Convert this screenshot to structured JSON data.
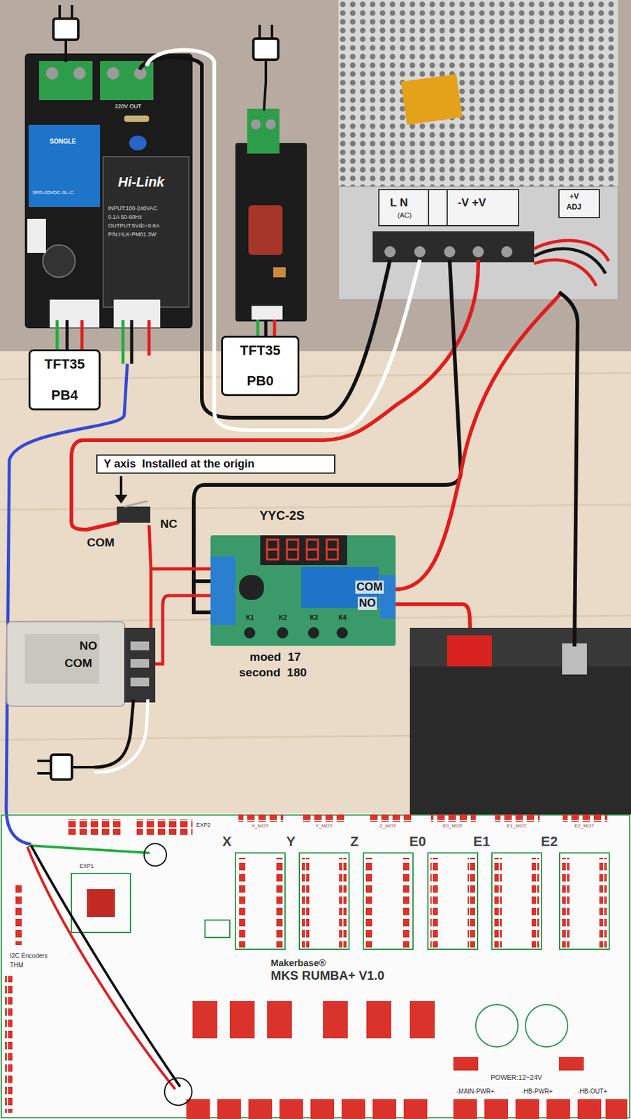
{
  "diagram": {
    "nodes": [
      {
        "text": [
          "TFT35",
          "PB4"
        ]
      },
      {
        "text": [
          "TFT35",
          "PB0"
        ]
      },
      {
        "text": [
          "Y axis  Installed at the origin"
        ]
      }
    ],
    "labels": [
      "L N",
      "(AC)",
      "-V +V",
      "+V",
      "ADJ",
      "220V OUT",
      "SONGLE",
      "SRD-05VDC-SL-C",
      "Hi-Link",
      "INPUT:100-240VAC",
      "0.1A 50-60Hz",
      "OUTPUT:5Vdc=0.6A",
      "P/N:HLK-PM01 3W",
      "COM",
      "NC",
      "YYC-2S",
      "COM",
      "NO",
      "K1",
      "K2",
      "K3",
      "K4",
      "moed  17",
      "second  180",
      "NO",
      "COM",
      "X_MOT",
      "Y_MOT",
      "Z_MOT",
      "E0_MOT",
      "E1_MOT",
      "E2_MOT",
      "X",
      "Y",
      "Z",
      "E0",
      "E1",
      "E2",
      "EXP1",
      "EXP2",
      "I2C Encoders",
      "THM",
      "Makerbase®",
      "MKS RUMBA+ V1.0",
      "POWER:12~24V",
      "-MAIN-PWR+",
      "-HB-PWR+",
      "-HB-OUT+"
    ]
  }
}
